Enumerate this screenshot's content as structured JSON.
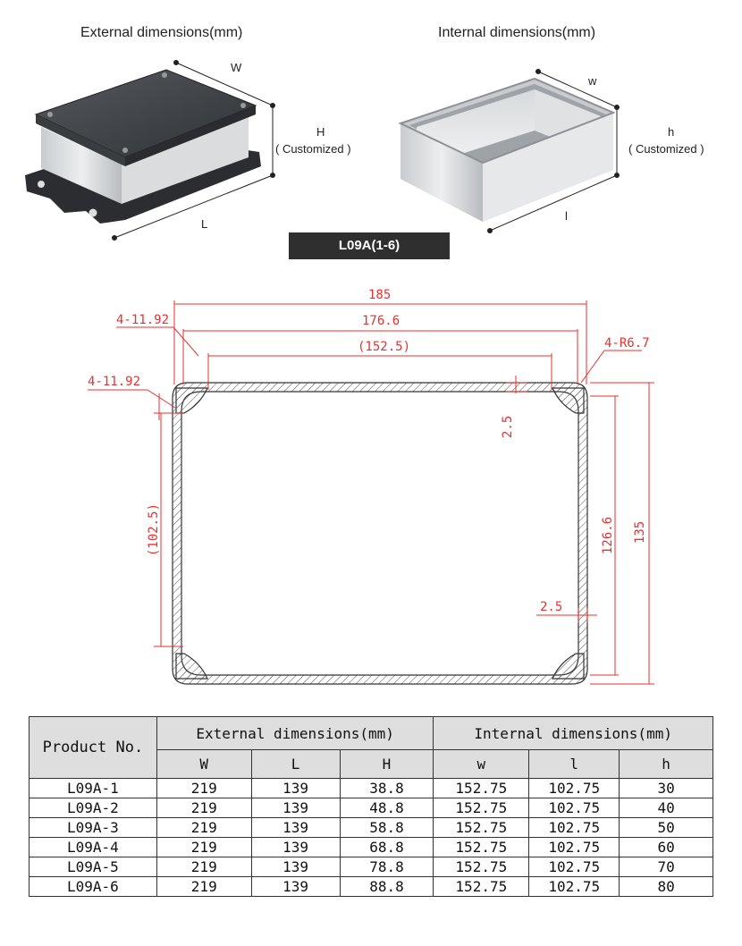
{
  "captions": {
    "external": "External dimensions(mm)",
    "internal": "Internal dimensions(mm)"
  },
  "external_labels": {
    "w": "W",
    "h": "H",
    "h_note": "( Customized )",
    "l": "L"
  },
  "internal_labels": {
    "w": "w",
    "h": "h",
    "h_note": "( Customized )",
    "l": "l"
  },
  "model_badge": "L09A(1-6)",
  "drawing": {
    "dim_185": "185",
    "dim_176_6": "176.6",
    "dim_152_5": "(152.5)",
    "dim_4_11_92_top": "4-11.92",
    "dim_4_11_92_left": "4-11.92",
    "dim_4_r6_7": "4-R6.7",
    "dim_2_5_top": "2.5",
    "dim_2_5_right": "2.5",
    "dim_102_5": "(102.5)",
    "dim_126_6": "126.6",
    "dim_135": "135",
    "line_color": "#e8312f"
  },
  "table": {
    "product_header": "Product No.",
    "external_header": "External dimensions(mm)",
    "internal_header": "Internal dimensions(mm)",
    "sub_headers": [
      "W",
      "L",
      "H",
      "w",
      "l",
      "h"
    ],
    "rows": [
      [
        "L09A-1",
        "219",
        "139",
        "38.8",
        "152.75",
        "102.75",
        "30"
      ],
      [
        "L09A-2",
        "219",
        "139",
        "48.8",
        "152.75",
        "102.75",
        "40"
      ],
      [
        "L09A-3",
        "219",
        "139",
        "58.8",
        "152.75",
        "102.75",
        "50"
      ],
      [
        "L09A-4",
        "219",
        "139",
        "68.8",
        "152.75",
        "102.75",
        "60"
      ],
      [
        "L09A-5",
        "219",
        "139",
        "78.8",
        "152.75",
        "102.75",
        "70"
      ],
      [
        "L09A-6",
        "219",
        "139",
        "88.8",
        "152.75",
        "102.75",
        "80"
      ]
    ]
  }
}
